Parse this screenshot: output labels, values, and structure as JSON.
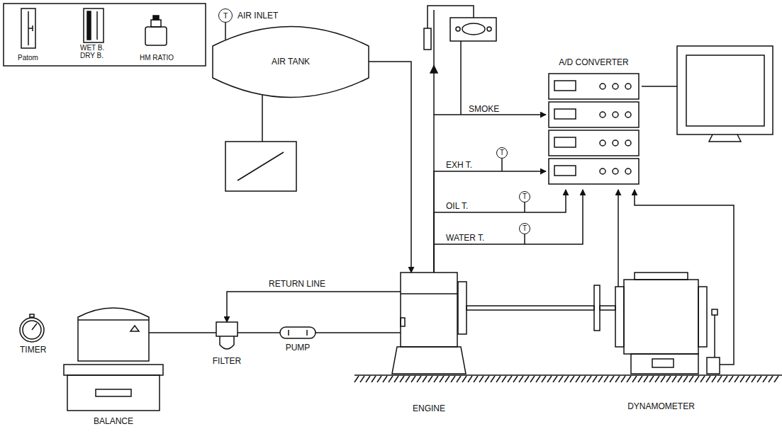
{
  "diagram": {
    "nodes": [
      {
        "text": [
          "T",
          "AIR INLET"
        ]
      },
      {
        "text": [
          "AIR TANK"
        ]
      },
      {
        "text": [
          "A/D CONVERTER"
        ]
      },
      {
        "text": [
          "ENGINE"
        ]
      },
      {
        "text": [
          "DYNAMOMETER"
        ]
      },
      {
        "text": [
          "BALANCE"
        ]
      },
      {
        "text": [
          "FILTER"
        ]
      },
      {
        "text": [
          "PUMP"
        ]
      },
      {
        "text": [
          "T"
        ]
      },
      {
        "text": [
          "T"
        ]
      },
      {
        "text": [
          "T"
        ]
      }
    ],
    "edges": [
      {
        "from": 0,
        "to": 1,
        "arrow": "none"
      },
      {
        "from": 1,
        "to": 3,
        "arrow": "to"
      },
      {
        "from": 3,
        "to": 2,
        "label": "SMOKE",
        "arrow": "to"
      },
      {
        "from": 3,
        "to": 2,
        "label": "EXH T.",
        "arrow": "to"
      },
      {
        "from": 3,
        "to": 2,
        "label": "OIL T.",
        "arrow": "to"
      },
      {
        "from": 3,
        "to": 2,
        "label": "WATER T.",
        "arrow": "to"
      },
      {
        "from": 4,
        "to": 2,
        "arrow": "to"
      },
      {
        "from": 4,
        "to": 2,
        "arrow": "to"
      },
      {
        "from": 5,
        "to": 6,
        "arrow": "none"
      },
      {
        "from": 6,
        "to": 7,
        "arrow": "none"
      },
      {
        "from": 7,
        "to": 3,
        "arrow": "none"
      },
      {
        "from": 3,
        "to": 6,
        "label": "RETURN LINE",
        "arrow": "to"
      }
    ],
    "labels": [
      "Patom",
      "WET B.",
      "DRY B.",
      "HM RATIO",
      "TIMER"
    ]
  }
}
